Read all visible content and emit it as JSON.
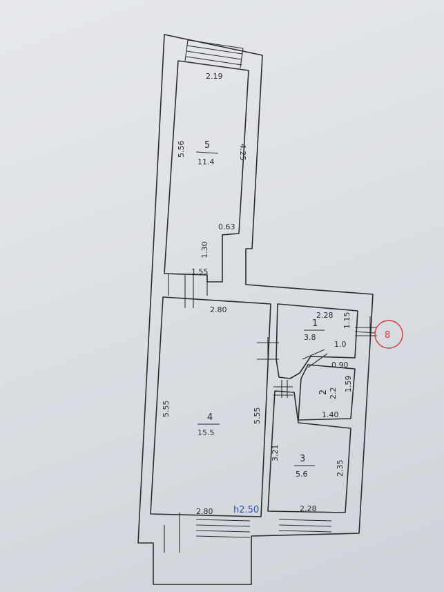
{
  "colors": {
    "ink": "#2a2b2e",
    "handwriting": "#2a4fb8",
    "marker": "#d23a3a"
  },
  "rooms": {
    "r5": {
      "number": "5",
      "area": "11.4"
    },
    "r4": {
      "number": "4",
      "area": "15.5"
    },
    "r1": {
      "number": "1",
      "area": "3.8"
    },
    "r2": {
      "number": "2",
      "area": "2.2"
    },
    "r3": {
      "number": "3",
      "area": "5.6"
    }
  },
  "dimensions": {
    "r5_top": "2.19",
    "r5_left": "5.56",
    "r5_right": "4.25",
    "r5_notch": "0.63",
    "r5_step": "1.30",
    "r5_bottom": "1.55",
    "r4_top": "2.80",
    "r4_left": "5.55",
    "r4_right": "5.55",
    "r4_bottom": "2.80",
    "r1_top": "2.28",
    "r1_right": "1.15",
    "r1_door": "1.0",
    "r2_top": "0.90",
    "r2_right": "1.59",
    "r2_bottom": "1.40",
    "r3_left": "3.21",
    "r3_right": "2.35",
    "r3_bottom": "2.28"
  },
  "annotations": {
    "height": "h2.50",
    "marker": "8"
  }
}
